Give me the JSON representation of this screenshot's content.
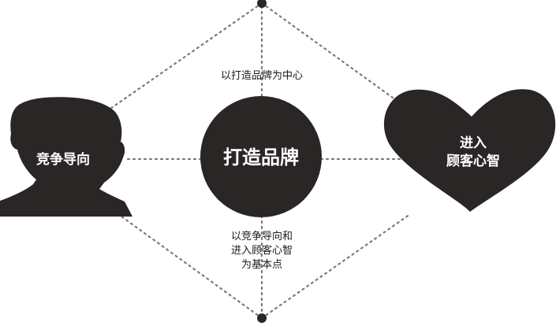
{
  "diagram": {
    "top_label": "以打造品牌为中心",
    "center_label": "打造品牌",
    "left_label": "竞争导向",
    "right_label_line1": "进入",
    "right_label_line2": "顾客心智",
    "bottom_label_line1": "以竞争导向和",
    "bottom_label_line2": "进入顾客心智",
    "bottom_label_line3": "为基本点"
  },
  "colors": {
    "shape_fill": "#2a2625",
    "dotted_line": "#7a7a7a",
    "text_dark": "#1a1a1a",
    "text_light": "#ffffff"
  }
}
